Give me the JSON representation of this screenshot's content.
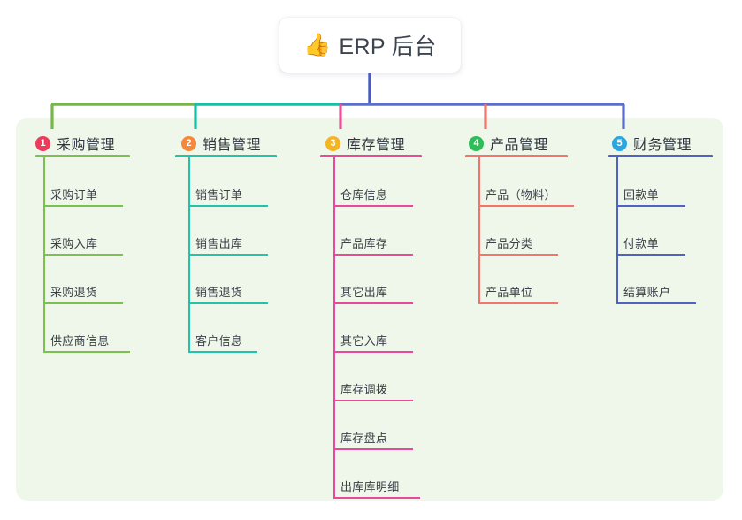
{
  "page": {
    "title": "ERP 后台",
    "background": "#ffffff",
    "panel_color": "#eef7e9"
  },
  "root": {
    "icon": "thumbs-up-icon",
    "emoji": "👍",
    "label": "ERP 后台"
  },
  "connector": {
    "trunk_color": "#4a5cc0",
    "segments": [
      {
        "name": "green-span",
        "color": "#76b74a"
      },
      {
        "name": "teal-span",
        "color": "#19bfa5"
      },
      {
        "name": "purple-span",
        "color": "#5b6ecb"
      }
    ],
    "drops": [
      {
        "name": "drop-1",
        "color": "#76b74a"
      },
      {
        "name": "drop-2",
        "color": "#19bfa5"
      },
      {
        "name": "drop-3",
        "color": "#e8529a"
      },
      {
        "name": "drop-4",
        "color": "#f4736b"
      },
      {
        "name": "drop-5",
        "color": "#5b6ecb"
      }
    ]
  },
  "columns": [
    {
      "number": "1",
      "title": "采购管理",
      "badge_color": "#ec3b5b",
      "line_color": "#7cc04f",
      "items": [
        {
          "label": "采购订单"
        },
        {
          "label": "采购入库"
        },
        {
          "label": "采购退货"
        },
        {
          "label": "供应商信息"
        }
      ]
    },
    {
      "number": "2",
      "title": "销售管理",
      "badge_color": "#f5883b",
      "line_color": "#1fc5aa",
      "items": [
        {
          "label": "销售订单"
        },
        {
          "label": "销售出库"
        },
        {
          "label": "销售退货"
        },
        {
          "label": "客户信息"
        }
      ]
    },
    {
      "number": "3",
      "title": "库存管理",
      "badge_color": "#f5b422",
      "line_color": "#ea499b",
      "items": [
        {
          "label": "仓库信息"
        },
        {
          "label": "产品库存"
        },
        {
          "label": "其它出库"
        },
        {
          "label": "其它入库"
        },
        {
          "label": "库存调拨"
        },
        {
          "label": "库存盘点"
        },
        {
          "label": "出库库明细"
        }
      ]
    },
    {
      "number": "4",
      "title": "产品管理",
      "badge_color": "#2ebd59",
      "line_color": "#f4736b",
      "items": [
        {
          "label": "产品（物料）"
        },
        {
          "label": "产品分类"
        },
        {
          "label": "产品单位"
        }
      ]
    },
    {
      "number": "5",
      "title": "财务管理",
      "badge_color": "#2aa7e0",
      "line_color": "#4f63c4",
      "items": [
        {
          "label": "回款单"
        },
        {
          "label": "付款单"
        },
        {
          "label": "结算账户"
        }
      ]
    }
  ]
}
